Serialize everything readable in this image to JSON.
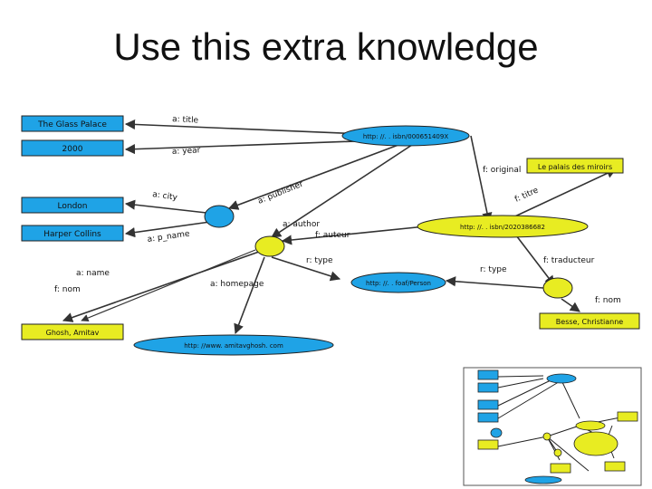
{
  "slide": {
    "title": "Use this extra knowledge"
  },
  "literals": {
    "glass_palace": "The Glass Palace",
    "year_2000": "2000",
    "london": "London",
    "harper_collins": "Harper Collins",
    "ghosh": "Ghosh, Amitav",
    "palais": "Le palais des miroirs",
    "besse": "Besse, Christianne"
  },
  "resources": {
    "isbn_en": "http: //. . isbn/000651409X",
    "isbn_fr": "http: //. . isbn/2020386682",
    "foaf_person": "http: //. . foaf/Person",
    "homepage_url": "http: //www. amitavghosh. com"
  },
  "predicates": {
    "a_title": "a: title",
    "a_year": "a: year",
    "a_city": "a: city",
    "a_p_name": "a: p_name",
    "a_publisher": "a: publisher",
    "a_author": "a: author",
    "f_original": "f: original",
    "f_titre": "f: titre",
    "f_auteur": "f: auteur",
    "f_type": "r: type",
    "r_type": "r: type",
    "f_traducteur": "f: traducteur",
    "a_name": "a: name",
    "f_nom": "f: nom",
    "a_homepage": "a: homepage",
    "f_nom2": "f: nom"
  },
  "colors": {
    "node_blue": "#1fa3e6",
    "node_yellow": "#e8ec22",
    "node_stroke": "#222222",
    "edge": "#333333"
  }
}
